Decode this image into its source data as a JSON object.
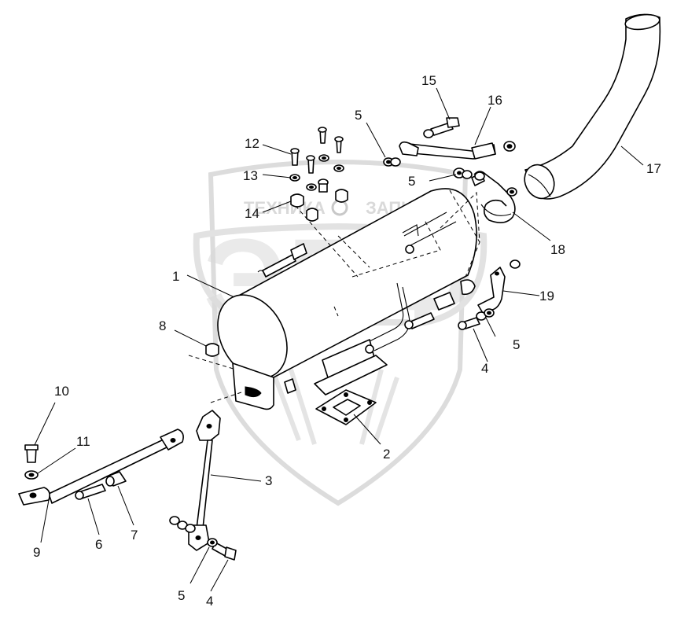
{
  "watermark": {
    "left_text": "ТЕХНИКА",
    "right_text": "ЗАПЧАСТИ",
    "logo_letters": "ЭПФ"
  },
  "callouts": {
    "c1": "1",
    "c2": "2",
    "c3": "3",
    "c4a": "4",
    "c4b": "4",
    "c5a": "5",
    "c5b": "5",
    "c5c": "5",
    "c5d": "5",
    "c6": "6",
    "c7": "7",
    "c8": "8",
    "c9": "9",
    "c10": "10",
    "c11": "11",
    "c12": "12",
    "c13": "13",
    "c14": "14",
    "c15": "15",
    "c16": "16",
    "c17": "17",
    "c18": "18",
    "c19": "19"
  }
}
